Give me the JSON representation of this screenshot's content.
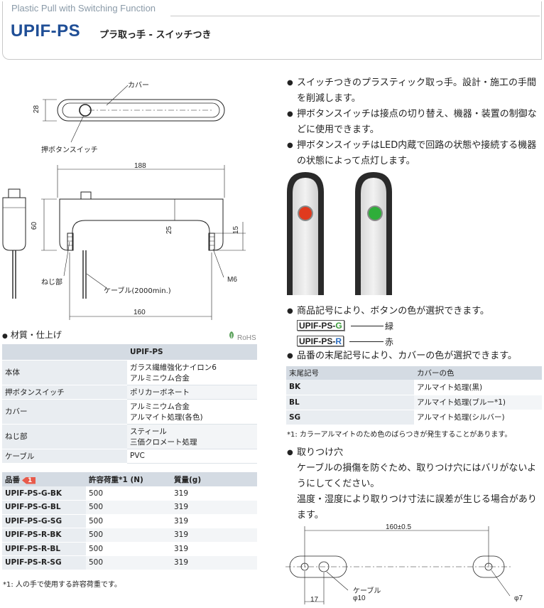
{
  "header": {
    "subtitle": "Plastic Pull with Switching Function",
    "model": "UPIF-PS",
    "jp_title": "プラ取っ手 - スイッチつき"
  },
  "drawing": {
    "cover_label": "カバー",
    "button_label": "押ボタンスイッチ",
    "dim_28": "28",
    "dim_188": "188",
    "dim_60": "60",
    "dim_25": "25",
    "dim_15": "15",
    "thread_label": "ねじ部",
    "cable_label": "ケーブル(2000min.)",
    "m6_label": "M6",
    "dim_160": "160"
  },
  "features": [
    "スイッチつきのプラスティック取っ手。設計・施工の手間を削減します。",
    "押ボタンスイッチは接点の切り替え、機器・装置の制御などに使用できます。",
    "押ボタンスイッチはLED内蔵で回路の状態や接続する機器の状態によって点灯します。"
  ],
  "materials": {
    "title": "材質・仕上げ",
    "rohs": "RoHS",
    "header_model": "UPIF-PS",
    "rows": [
      {
        "part": "本体",
        "value1": "ガラス繊維強化ナイロン6",
        "value2": "アルミニウム合金"
      },
      {
        "part": "押ボタンスイッチ",
        "value1": "ポリカーボネート",
        "value2": ""
      },
      {
        "part": "カバー",
        "value1": "アルミニウム合金",
        "value2": "アルマイト処理(各色)"
      },
      {
        "part": "ねじ部",
        "value1": "スティール",
        "value2": "三価クロメート処理"
      },
      {
        "part": "ケーブル",
        "value1": "PVC",
        "value2": ""
      }
    ]
  },
  "codes": {
    "headers": [
      "品番",
      "許容荷重*1 (N)",
      "質量(g)"
    ],
    "badge": "1",
    "rows": [
      {
        "code": "UPIF-PS-G-BK",
        "load": "500",
        "mass": "319"
      },
      {
        "code": "UPIF-PS-G-BL",
        "load": "500",
        "mass": "319"
      },
      {
        "code": "UPIF-PS-G-SG",
        "load": "500",
        "mass": "319"
      },
      {
        "code": "UPIF-PS-R-BK",
        "load": "500",
        "mass": "319"
      },
      {
        "code": "UPIF-PS-R-BL",
        "load": "500",
        "mass": "319"
      },
      {
        "code": "UPIF-PS-R-SG",
        "load": "500",
        "mass": "319"
      }
    ],
    "note": "*1:  人の手で使用する許容荷重です。"
  },
  "button_color": {
    "intro": "商品記号により、ボタンの色が選択できます。",
    "green_prefix": "UPIF-PS-",
    "green_suffix": "G",
    "green_label": "緑",
    "red_prefix": "UPIF-PS-",
    "red_suffix": "R",
    "red_label": "赤"
  },
  "cover_color": {
    "intro": "品番の末尾記号により、カバーの色が選択できます。",
    "headers": [
      "末尾記号",
      "カバーの色"
    ],
    "rows": [
      {
        "code": "BK",
        "color": "アルマイト処理(黒)"
      },
      {
        "code": "BL",
        "color": "アルマイト処理(ブルー*1)"
      },
      {
        "code": "SG",
        "color": "アルマイト処理(シルバー)"
      }
    ],
    "note": "*1:  カラーアルマイトのため色のばらつきが発生することがあります。"
  },
  "mounting": {
    "title": "取りつけ穴",
    "line1": "ケーブルの損傷を防ぐため、取りつけ穴にはバリがないようにしてください。",
    "line2": "温度・湿度により取りつけ寸法に誤差が生じる場合があります。",
    "dim_pitch": "160±0.5",
    "dim_17": "17",
    "cable_label": "ケーブル",
    "phi10": "φ10",
    "phi7": "φ7"
  },
  "colors": {
    "accent": "#1f4e96",
    "table_header": "#d4dbe3",
    "led_red": "#e03a1e",
    "led_green": "#2fae3a"
  }
}
